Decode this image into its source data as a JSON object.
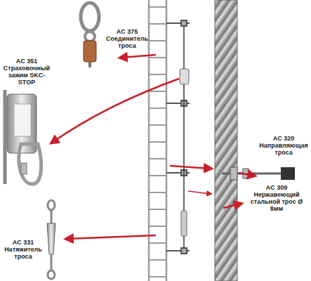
{
  "diagram": {
    "labels": [
      "AC 375",
      "Соединитель троса",
      "AC 351",
      "Страховочный зажим SKC-STOP",
      "AC 320",
      "Направляющая троса",
      "AC 309",
      "Нержавеющий стальной трос Ø 8мм",
      "AC 331",
      "Натяжитель троса"
    ]
  }
}
